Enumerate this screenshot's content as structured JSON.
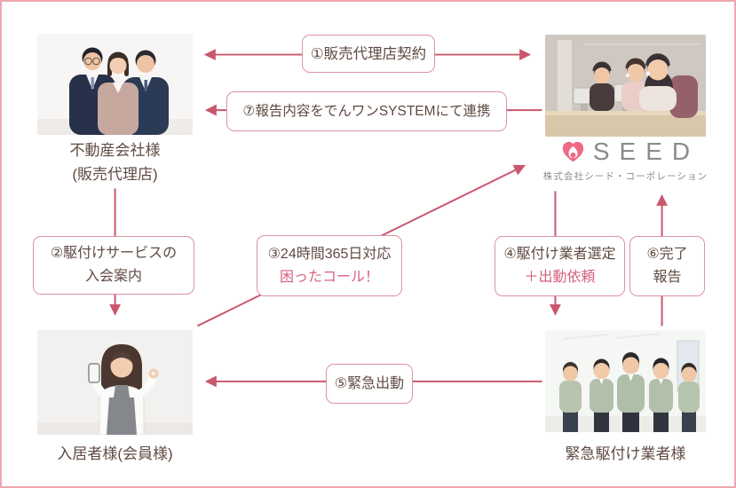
{
  "entities": {
    "real_estate": {
      "label_line1": "不動産会社様",
      "label_line2": "(販売代理店)"
    },
    "seed": {
      "logo_text": "SEED",
      "company_name": "株式会社シード・コーポレーション"
    },
    "resident": {
      "label": "入居者様(会員様)"
    },
    "contractor": {
      "label": "緊急駆付け業者様"
    }
  },
  "steps": {
    "step1": {
      "label": "①販売代理店契約"
    },
    "step2": {
      "line1": "②駆付けサービスの",
      "line2": "入会案内"
    },
    "step3": {
      "line1": "③24時間365日対応",
      "line2": "困ったコール！"
    },
    "step4": {
      "line1": "④駆付け業者選定",
      "line2": "＋出動依頼"
    },
    "step5": {
      "label": "⑤緊急出動"
    },
    "step6": {
      "line1": "⑥完了",
      "line2": "報告"
    },
    "step7": {
      "label": "⑦報告内容をでんワンSYSTEMにて連携"
    }
  },
  "colors": {
    "accent_pink": "#c9576e",
    "box_border": "#dd93a2",
    "canvas_border": "#f0a8b0",
    "text_dark": "#5f4a42",
    "text_pink": "#d4627e",
    "logo_pink": "#ed6a85",
    "logo_gray": "#8b8b8b"
  }
}
